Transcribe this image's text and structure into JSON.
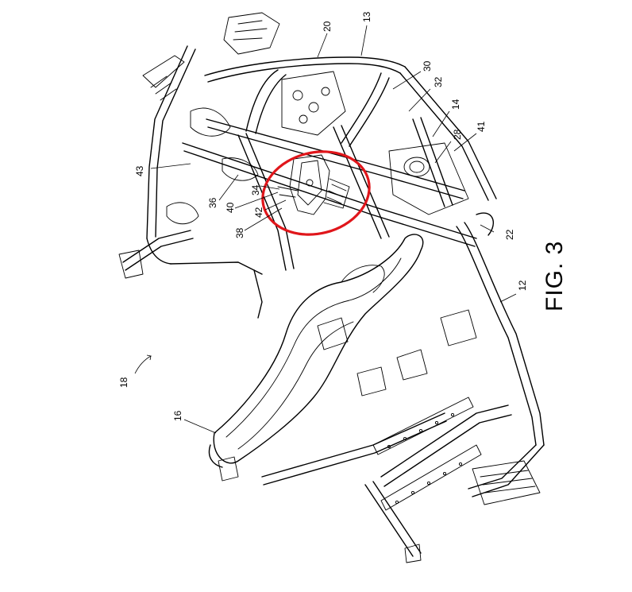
{
  "figure": {
    "caption": "FIG. 3"
  },
  "labels": {
    "l13": "13",
    "l20": "20",
    "l30": "30",
    "l32": "32",
    "l14": "14",
    "l41": "41",
    "l28": "28",
    "l22": "22",
    "l12": "12",
    "l43": "43",
    "l36": "36",
    "l34": "34",
    "l40": "40",
    "l42": "42",
    "l38": "38",
    "l18": "18",
    "l16": "16"
  },
  "highlight": {
    "color": "#e0161b",
    "shape": "ellipse"
  },
  "colors": {
    "ink": "#000000",
    "paper": "#ffffff"
  }
}
